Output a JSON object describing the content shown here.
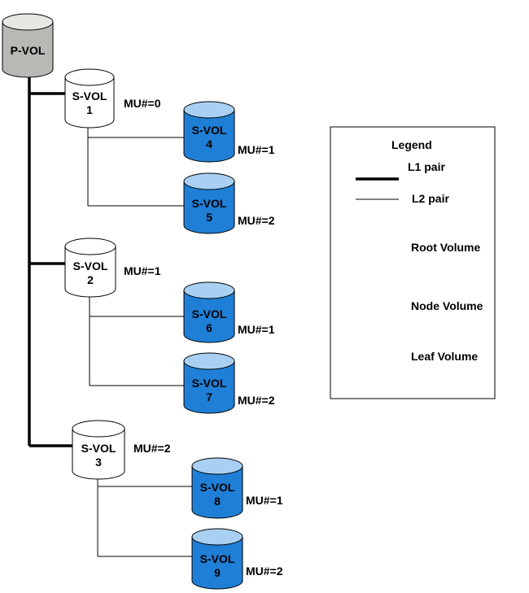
{
  "colors": {
    "root_body": "#b8b8b4",
    "root_top": "#e6e6e2",
    "node_body": "#ffffff",
    "node_top": "#ffffff",
    "leaf_body": "#1f7fd6",
    "leaf_top": "#a9d0f3",
    "stroke": "#000000"
  },
  "root": {
    "label": "P-VOL"
  },
  "nodes": [
    {
      "line1": "S-VOL",
      "line2": "1",
      "mu": "MU#=0"
    },
    {
      "line1": "S-VOL",
      "line2": "2",
      "mu": "MU#=1"
    },
    {
      "line1": "S-VOL",
      "line2": "3",
      "mu": "MU#=2"
    }
  ],
  "leaves": [
    {
      "line1": "S-VOL",
      "line2": "4",
      "mu": "MU#=1"
    },
    {
      "line1": "S-VOL",
      "line2": "5",
      "mu": "MU#=2"
    },
    {
      "line1": "S-VOL",
      "line2": "6",
      "mu": "MU#=1"
    },
    {
      "line1": "S-VOL",
      "line2": "7",
      "mu": "MU#=2"
    },
    {
      "line1": "S-VOL",
      "line2": "8",
      "mu": "MU#=1"
    },
    {
      "line1": "S-VOL",
      "line2": "9",
      "mu": "MU#=2"
    }
  ],
  "legend": {
    "title": "Legend",
    "l1": "L1 pair",
    "l2": "L2 pair",
    "root": "Root Volume",
    "node": "Node Volume",
    "leaf": "Leaf Volume"
  }
}
